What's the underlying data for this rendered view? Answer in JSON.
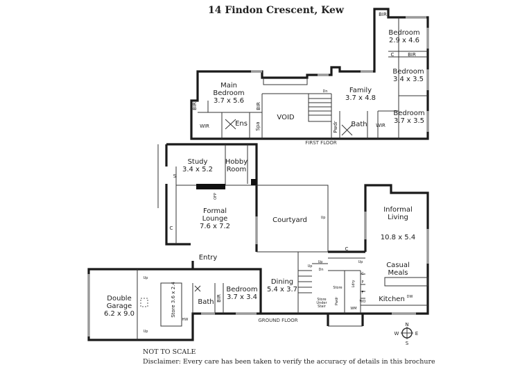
{
  "title": "14 Findon Crescent, Kew",
  "first_floor": {
    "label": "FIRST FLOOR",
    "rooms": {
      "main_bedroom": [
        "Main",
        "Bedroom",
        "3.7 x 5.6"
      ],
      "bir_main": "BIR",
      "wir_main": "WIR",
      "ens": "Ens",
      "spa": "Spa",
      "bir_ens": "BIR",
      "void": "VOID",
      "dn": "Dn",
      "family": [
        "Family",
        "3.7 x 4.8"
      ],
      "pwdr": "Pwdr",
      "bath": "Bath",
      "wir": "WIR",
      "bir_top": "BIR",
      "bedroom1": [
        "Bedroom",
        "2.9 x 4.6"
      ],
      "c": "C",
      "bir_mid": "BIR",
      "bedroom2": [
        "Bedroom",
        "3.4 x 3.5"
      ],
      "bedroom3": [
        "Bedroom",
        "3.7 x 3.5"
      ]
    }
  },
  "ground_floor": {
    "label": "GROUND FLOOR",
    "rooms": {
      "study": [
        "Study",
        "3.4 x 5.2"
      ],
      "hobby": [
        "Hobby",
        "Room"
      ],
      "s": "S",
      "off": "OFP",
      "formal_lounge": [
        "Formal",
        "Lounge",
        "7.6 x 7.2"
      ],
      "c_lounge": "C",
      "courtyard": "Courtyard",
      "informal_living": [
        "Informal",
        "Living",
        "10.8 x 5.4"
      ],
      "c_hall": "C",
      "casual_meals": [
        "Casual",
        "Meals"
      ],
      "entry": "Entry",
      "double_garage": [
        "Double",
        "Garage",
        "6.2 x 9.0"
      ],
      "store": "Store 3.6 x 2.4",
      "hw": "HW",
      "bath": "Bath",
      "bir": "BIR",
      "bedroom": [
        "Bedroom",
        "3.7 x 3.4"
      ],
      "dining": [
        "Dining",
        "5.4 x 3.7"
      ],
      "store2": "Store",
      "ldry": "Ldry",
      "store_under_stair": [
        "Store",
        "Under",
        "Stair"
      ],
      "pwdr": "Pwdr",
      "wm": "WM",
      "c_pantry": "C",
      "p": "P",
      "f": "F",
      "wo": "WO",
      "kitchen": "Kitchen",
      "dw": "DW",
      "up": "Up",
      "dn": "Dn"
    }
  },
  "compass": {
    "n": "N",
    "s": "S",
    "e": "E",
    "w": "W"
  },
  "notes": {
    "scale": "NOT TO SCALE",
    "disclaimer": "Disclaimer: Every care has been taken to verify the accuracy of details in this brochure"
  }
}
